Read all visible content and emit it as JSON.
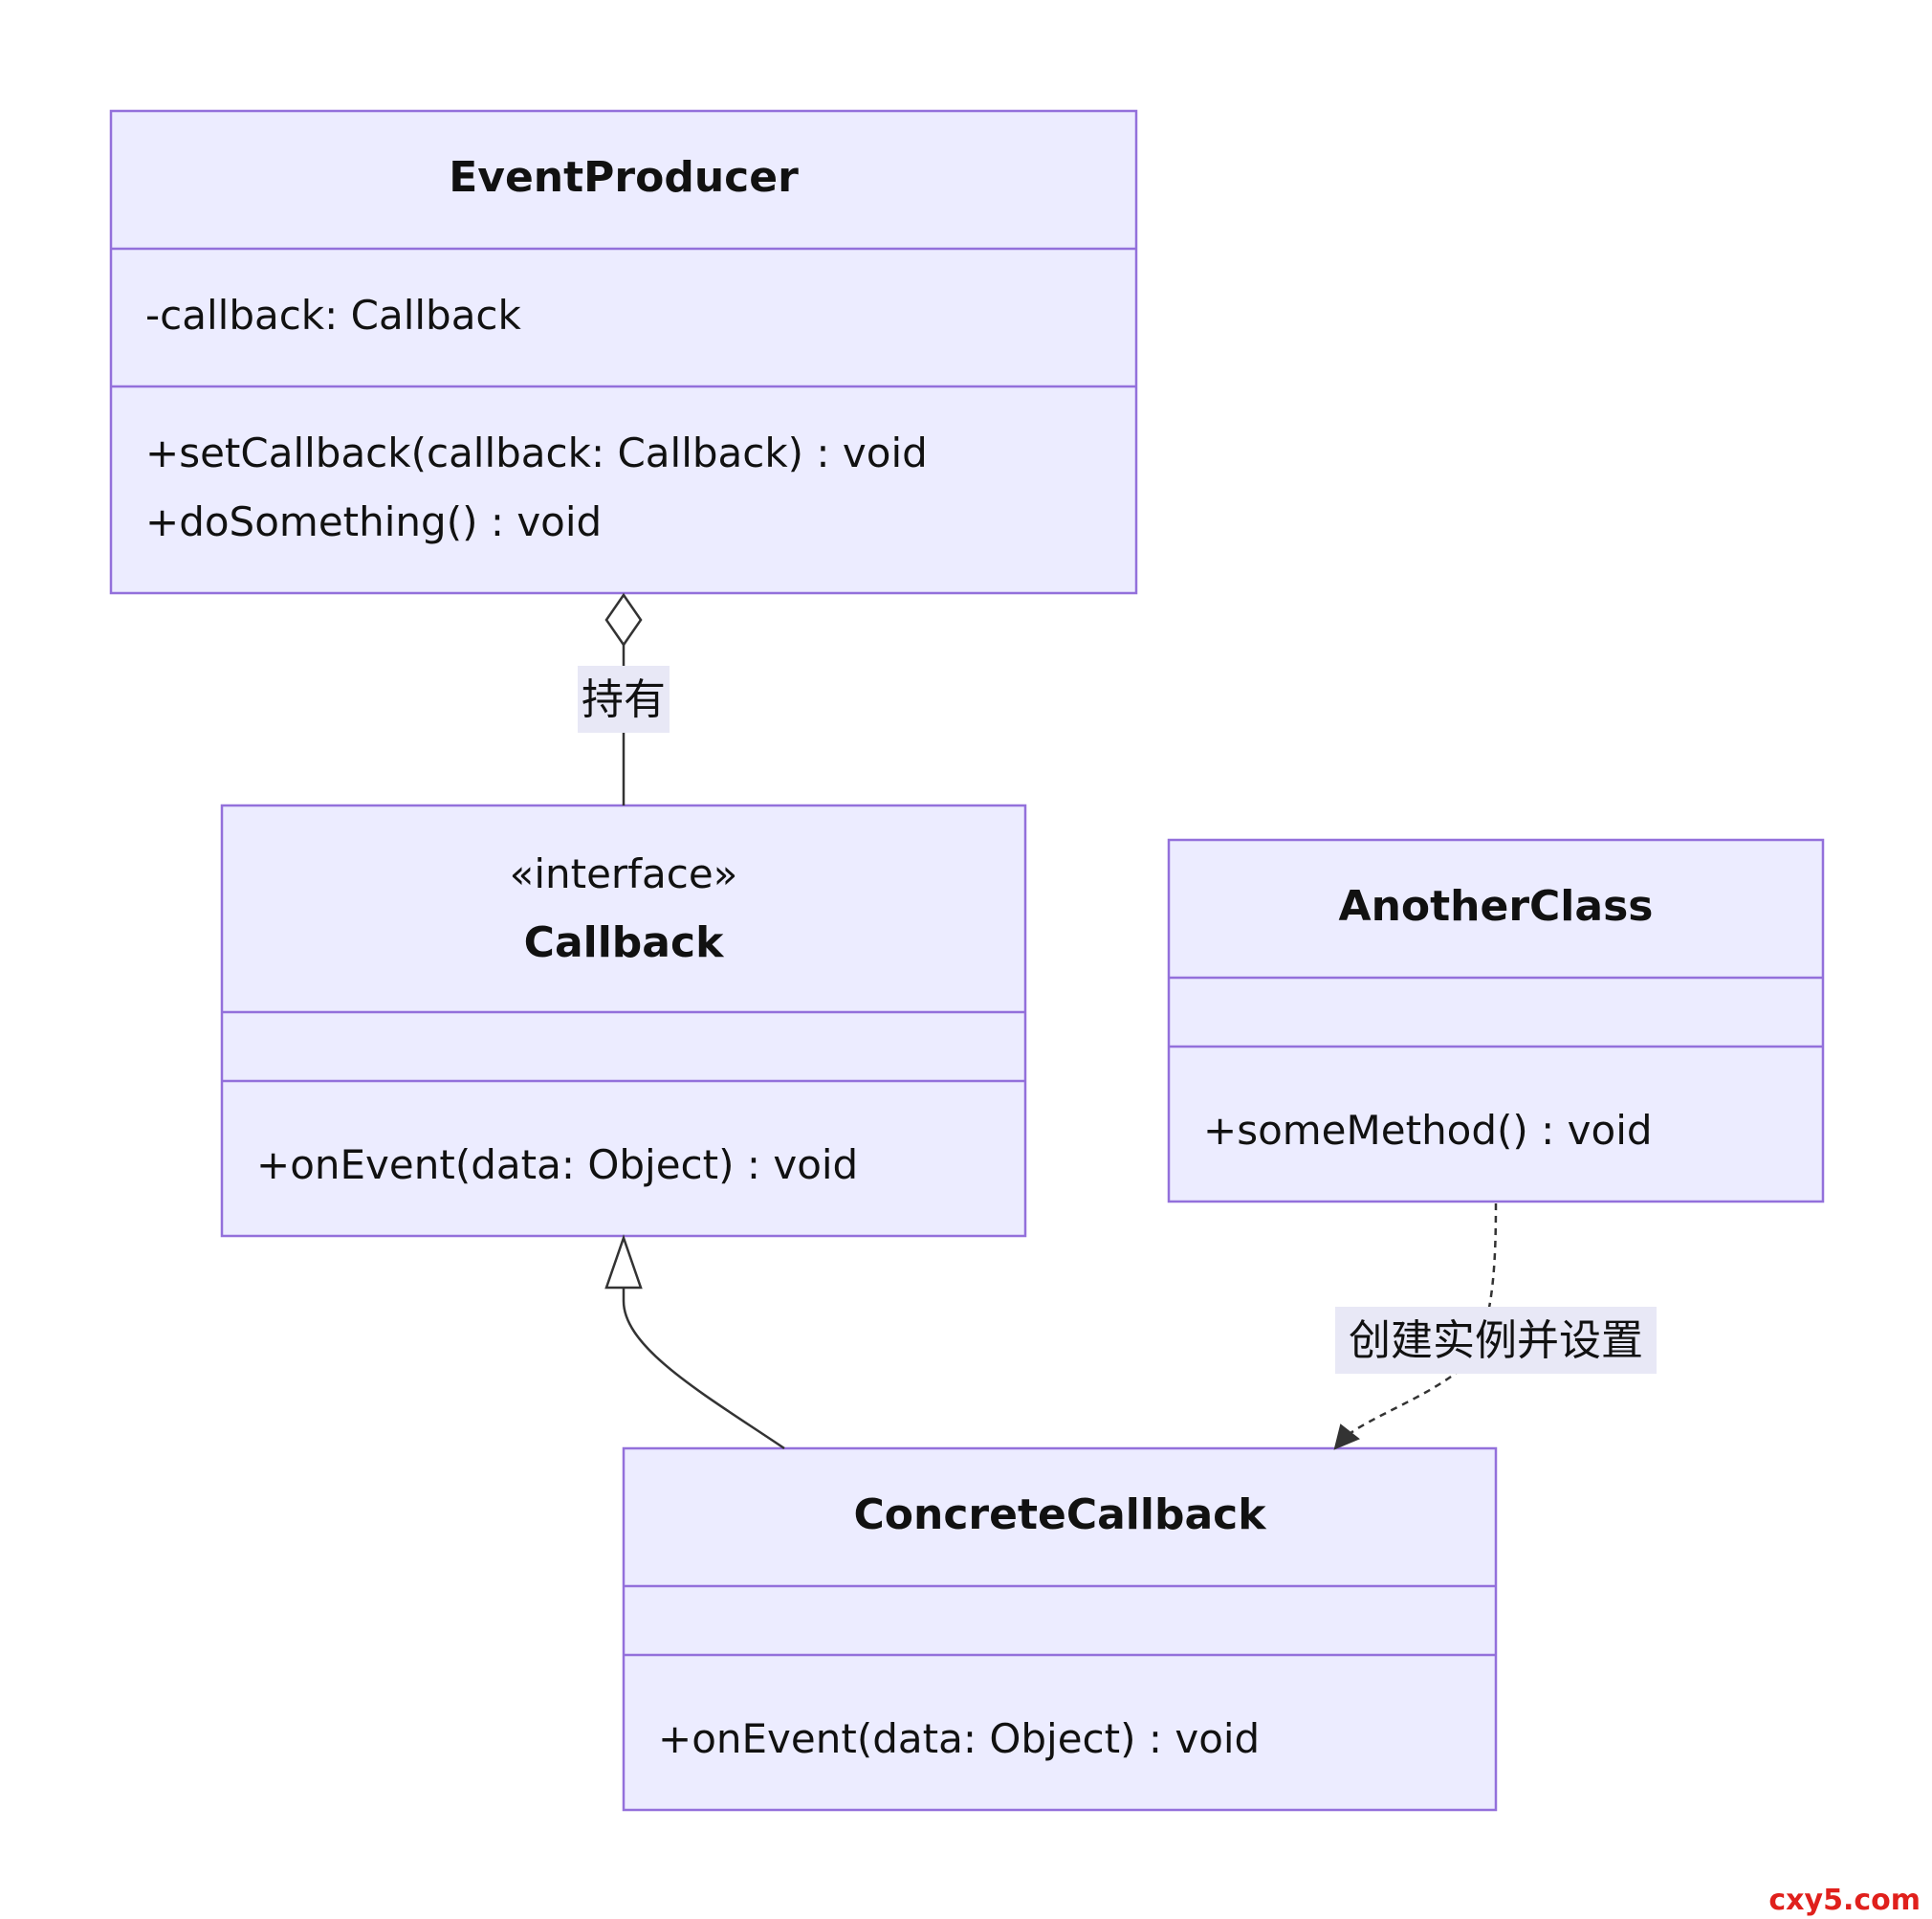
{
  "classes": {
    "event_producer": {
      "name": "EventProducer",
      "attributes": [
        "-callback: Callback"
      ],
      "methods": [
        "+setCallback(callback: Callback) : void",
        "+doSomething() : void"
      ]
    },
    "callback": {
      "stereotype": "«interface»",
      "name": "Callback",
      "attributes": [],
      "methods": [
        "+onEvent(data: Object) : void"
      ]
    },
    "another_class": {
      "name": "AnotherClass",
      "attributes": [],
      "methods": [
        "+someMethod() : void"
      ]
    },
    "concrete_callback": {
      "name": "ConcreteCallback",
      "attributes": [],
      "methods": [
        "+onEvent(data: Object) : void"
      ]
    }
  },
  "relations": {
    "aggregation": {
      "from": "EventProducer",
      "to": "Callback",
      "type": "aggregation",
      "label": "持有"
    },
    "realization": {
      "from": "ConcreteCallback",
      "to": "Callback",
      "type": "realization",
      "label": ""
    },
    "dependency": {
      "from": "AnotherClass",
      "to": "ConcreteCallback",
      "type": "dependency",
      "label": "创建实例并设置"
    }
  },
  "watermark": "cxy5.com"
}
